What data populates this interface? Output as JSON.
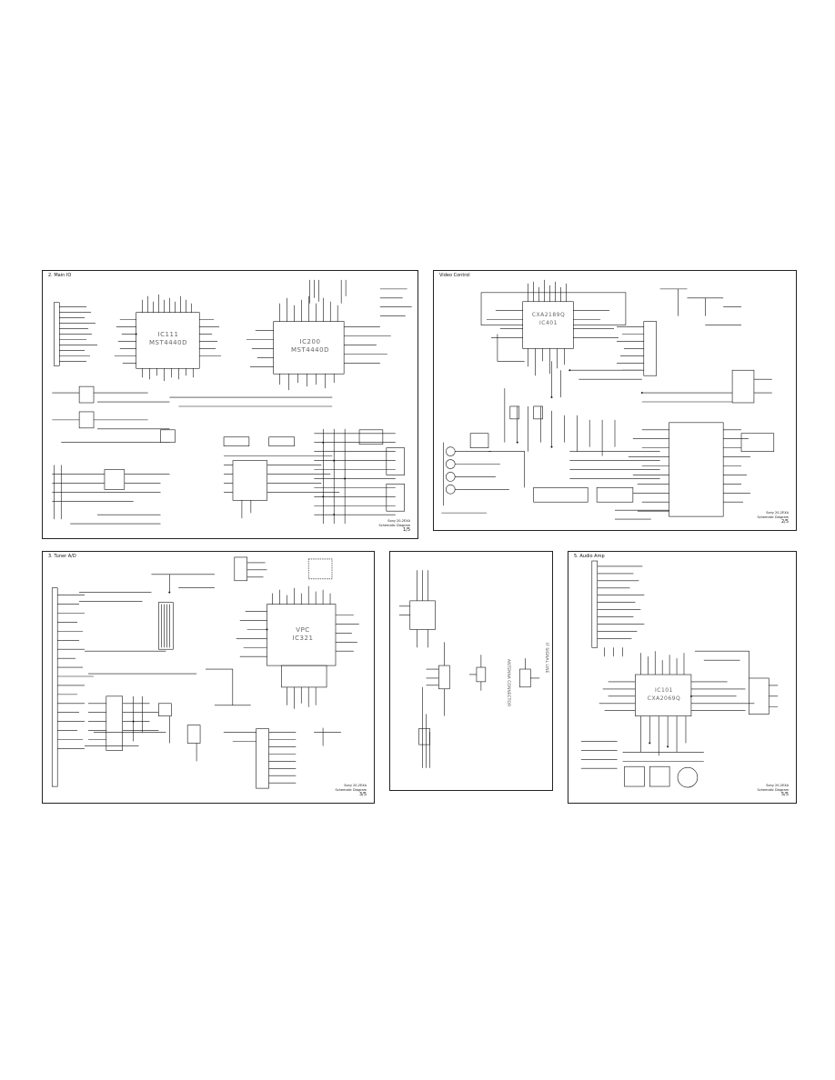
{
  "panels": [
    {
      "id": "p1",
      "title": "2. Main IO",
      "chips": [
        {
          "ref": "IC111",
          "part": "MST4440D"
        },
        {
          "ref": "IC200",
          "part": "MST4440D"
        }
      ],
      "titleblock": [
        "Sony 20-2EXA",
        "Schematic Diagram"
      ],
      "page": "1/5"
    },
    {
      "id": "p2",
      "title": "Video Control",
      "chips": [
        {
          "ref": "IC401",
          "part": "CXA2189Q"
        }
      ],
      "titleblock": [
        "Sony 20-2EXA",
        "Schematic Diagram"
      ],
      "page": "2/5"
    },
    {
      "id": "p3",
      "title": "3. Tuner A/D",
      "chips": [
        {
          "ref": "IC321",
          "part": "VPC"
        }
      ],
      "titleblock": [
        "Sony 20-2EXA",
        "Schematic Diagram"
      ],
      "page": "3/5"
    },
    {
      "id": "p4",
      "title": "",
      "chips": [],
      "side_text": [
        "ANTENNA CONNECTOR",
        "IF SIGNAL LINE"
      ],
      "titleblock": [],
      "page": ""
    },
    {
      "id": "p5",
      "title": "5. Audio Amp",
      "chips": [
        {
          "ref": "IC101",
          "part": "CXA2069Q"
        }
      ],
      "titleblock": [
        "Sony 20-2EXA",
        "Schematic Diagram"
      ],
      "page": "5/5"
    }
  ]
}
